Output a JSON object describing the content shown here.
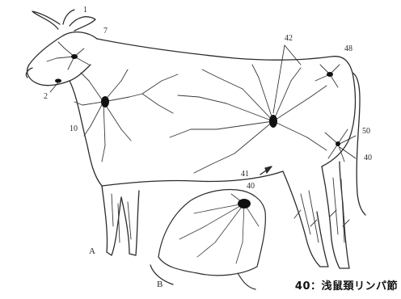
{
  "figure": {
    "labels": {
      "n1": "1",
      "n2": "2",
      "n7": "7",
      "n10": "10",
      "n40": "40",
      "n40b": "40",
      "n41": "41",
      "n42": "42",
      "n48": "48",
      "n50": "50",
      "panel_a": "A",
      "panel_b": "B"
    },
    "caption": "40：浅鼠頚リンパ節"
  },
  "colors": {
    "line": "#2b2b2b",
    "node": "#111111",
    "background": "#ffffff"
  }
}
